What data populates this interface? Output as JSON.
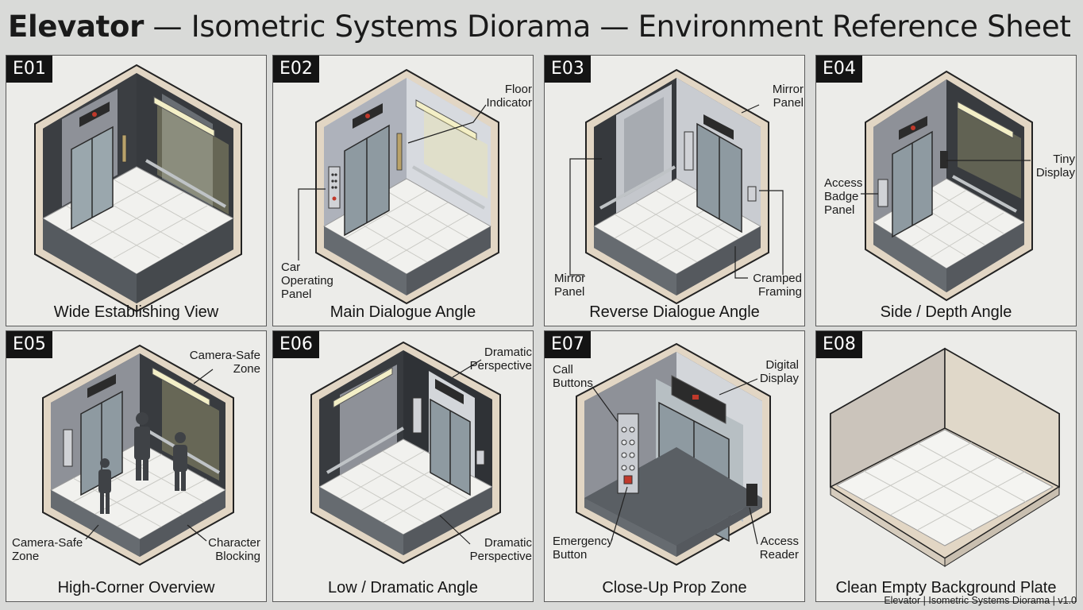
{
  "sheet": {
    "title_bold": "Elevator",
    "title_rest": " — Isometric Systems Diorama — Environment Reference Sheet",
    "footer": "Elevator | Isometric Systems Diorama | v1.0"
  },
  "panels": [
    {
      "id": "E01",
      "caption": "Wide Establishing View",
      "labels": []
    },
    {
      "id": "E02",
      "caption": "Main Dialogue Angle",
      "labels": [
        "Floor\nIndicator",
        "Car\nOperating\nPanel"
      ]
    },
    {
      "id": "E03",
      "caption": "Reverse Dialogue Angle",
      "labels": [
        "Mirror\nPanel",
        "Mirror\nPanel",
        "Cramped\nFraming"
      ]
    },
    {
      "id": "E04",
      "caption": "Side / Depth Angle",
      "labels": [
        "Access\nBadge\nPanel",
        "Tiny\nDisplay"
      ]
    },
    {
      "id": "E05",
      "caption": "High-Corner Overview",
      "labels": [
        "Camera-Safe\nZone",
        "Camera-Safe\nZone",
        "Character\nBlocking"
      ]
    },
    {
      "id": "E06",
      "caption": "Low / Dramatic Angle",
      "labels": [
        "Dramatic\nPerspective",
        "Dramatic\nPerspective"
      ]
    },
    {
      "id": "E07",
      "caption": "Close-Up Prop Zone",
      "labels": [
        "Call\nButtons",
        "Digital\nDisplay",
        "Emergency\nButton",
        "Access\nReader"
      ]
    },
    {
      "id": "E08",
      "caption": "Clean Empty Background Plate",
      "labels": []
    }
  ],
  "colors": {
    "panel_bg": "#ecece9",
    "frame": "#e2d6c4",
    "wall_dark": "#3b3e42",
    "wall_grey": "#8e9198",
    "door": "#9aa7ad",
    "floor": "#f1f1ee",
    "light": "#f4eb9a",
    "indicator_red": "#c0392b"
  }
}
